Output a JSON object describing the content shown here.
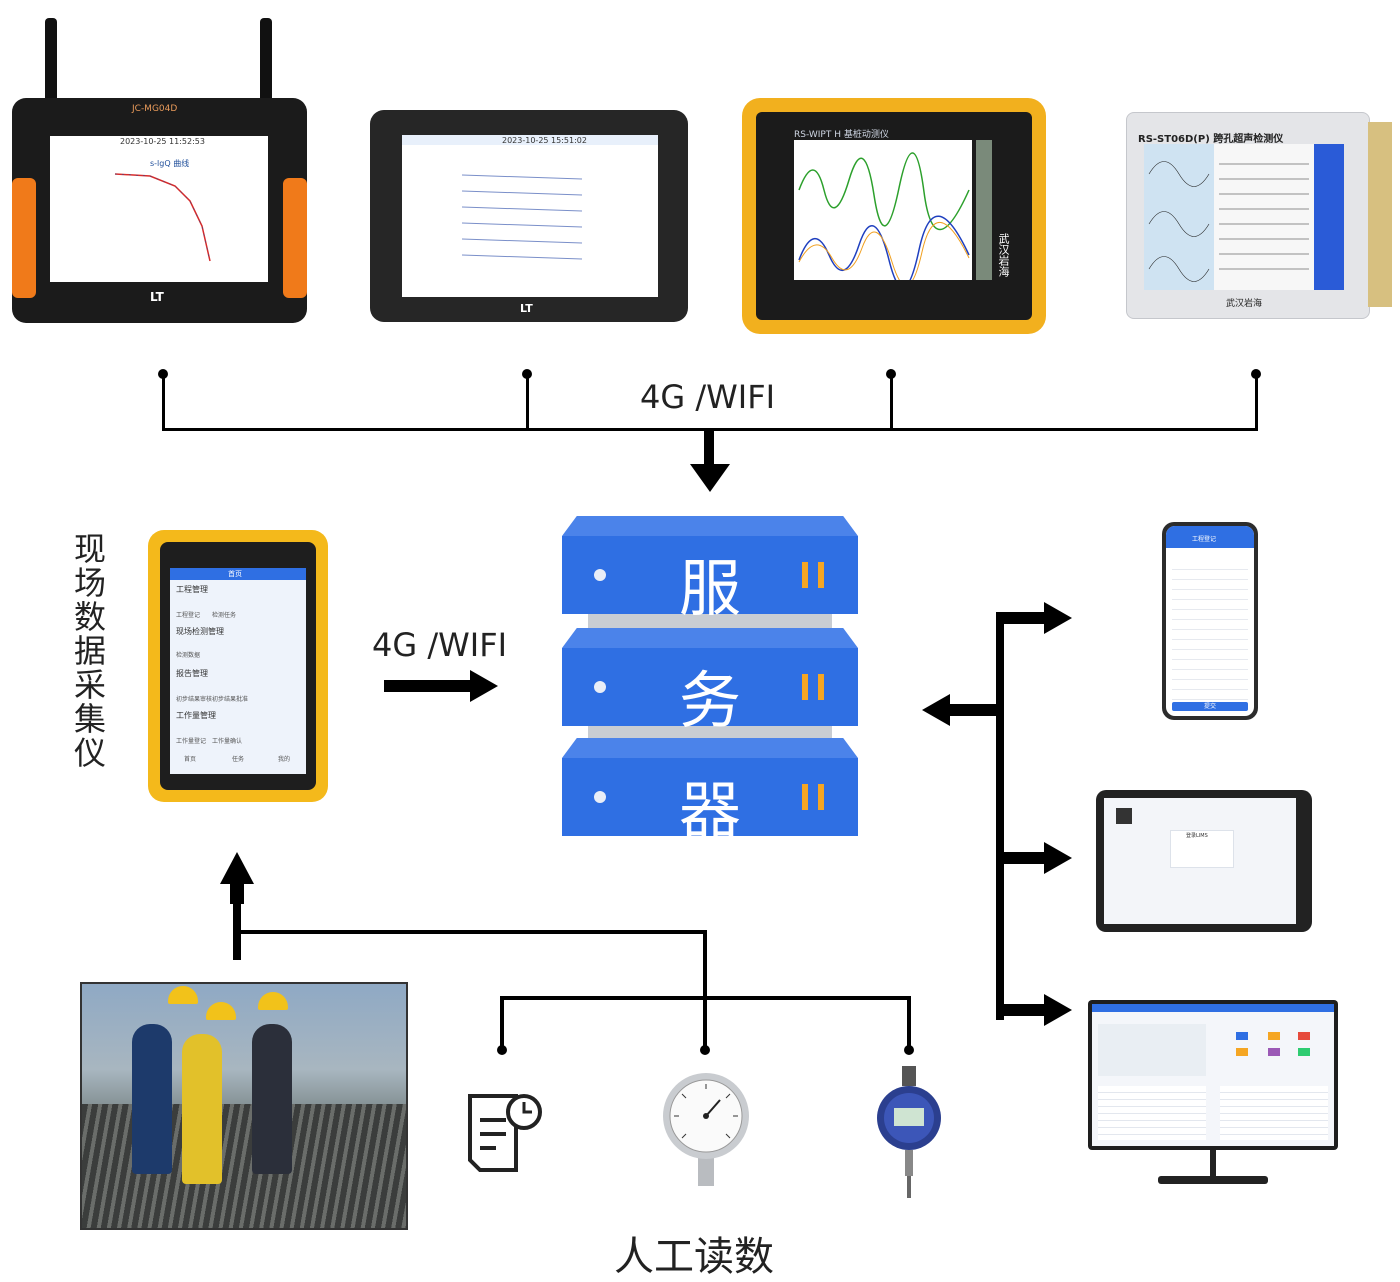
{
  "devices_top": [
    {
      "model": "JC-MG04D",
      "screen_title": "2023-10-25 11:52:53",
      "chart_title": "s-lgQ 曲线",
      "brand": "LT"
    },
    {
      "screen_title": "2023-10-25 15:51:02",
      "brand": "LT"
    },
    {
      "model": "RS-WIPT H 基桩动测仪",
      "brand": "武汉岩海"
    },
    {
      "model": "RS-ST06D(P) 跨孔超声检测仪",
      "brand": "武汉岩海"
    }
  ],
  "labels": {
    "top_link": "4G /WIFI",
    "left_link": "4G /WIFI",
    "collector": "现场数据采集仪",
    "manual_reading": "人工读数"
  },
  "server": {
    "chars": [
      "服",
      "务",
      "器"
    ]
  },
  "collector_screen": {
    "header": "首页",
    "sections": [
      "工程管理",
      "现场检测管理",
      "报告管理",
      "工作量管理"
    ],
    "items": [
      "工程登记",
      "检测任务",
      "检测数据",
      "初步结果审核",
      "初步结果批准",
      "工作量登记",
      "工作量确认"
    ],
    "nav": [
      "首页",
      "任务",
      "我的"
    ]
  },
  "phone_screen": {
    "header": "工程登记",
    "button": "提交"
  },
  "tablet_screen": {
    "title": "登录LIMS"
  },
  "colors": {
    "server": "#2f6fe3",
    "accent": "#f5a623",
    "wire": "#000000"
  }
}
